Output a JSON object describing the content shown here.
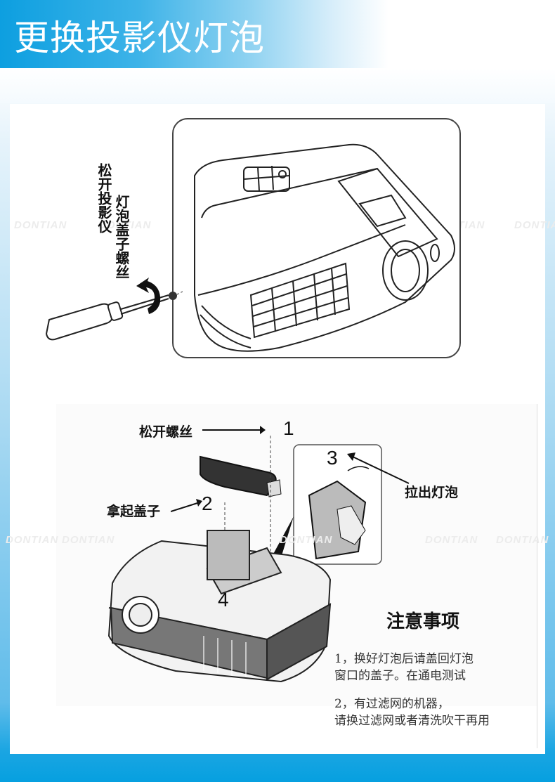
{
  "header": {
    "title": "更换投影仪灯泡"
  },
  "watermark": "DONTIAN",
  "step_one": {
    "label_col1": "松开投影仪",
    "label_col2": "灯泡盖子螺丝"
  },
  "step_two": {
    "callouts": [
      {
        "text": "松开螺丝",
        "number": "1"
      },
      {
        "text": "拿起盖子",
        "number": "2"
      },
      {
        "text": "拉出灯泡",
        "number": "3"
      },
      {
        "text": "",
        "number": "4"
      }
    ]
  },
  "notes": {
    "title": "注意事项",
    "items": [
      {
        "line1": "1，换好灯泡后请盖回灯泡",
        "line2": "窗口的盖子。在通电测试"
      },
      {
        "line1": "2，有过滤网的机器，",
        "line2": "请换过滤网或者清洗吹干再用"
      }
    ]
  },
  "colors": {
    "brand_blue": "#06a0e0",
    "text": "#111111"
  }
}
